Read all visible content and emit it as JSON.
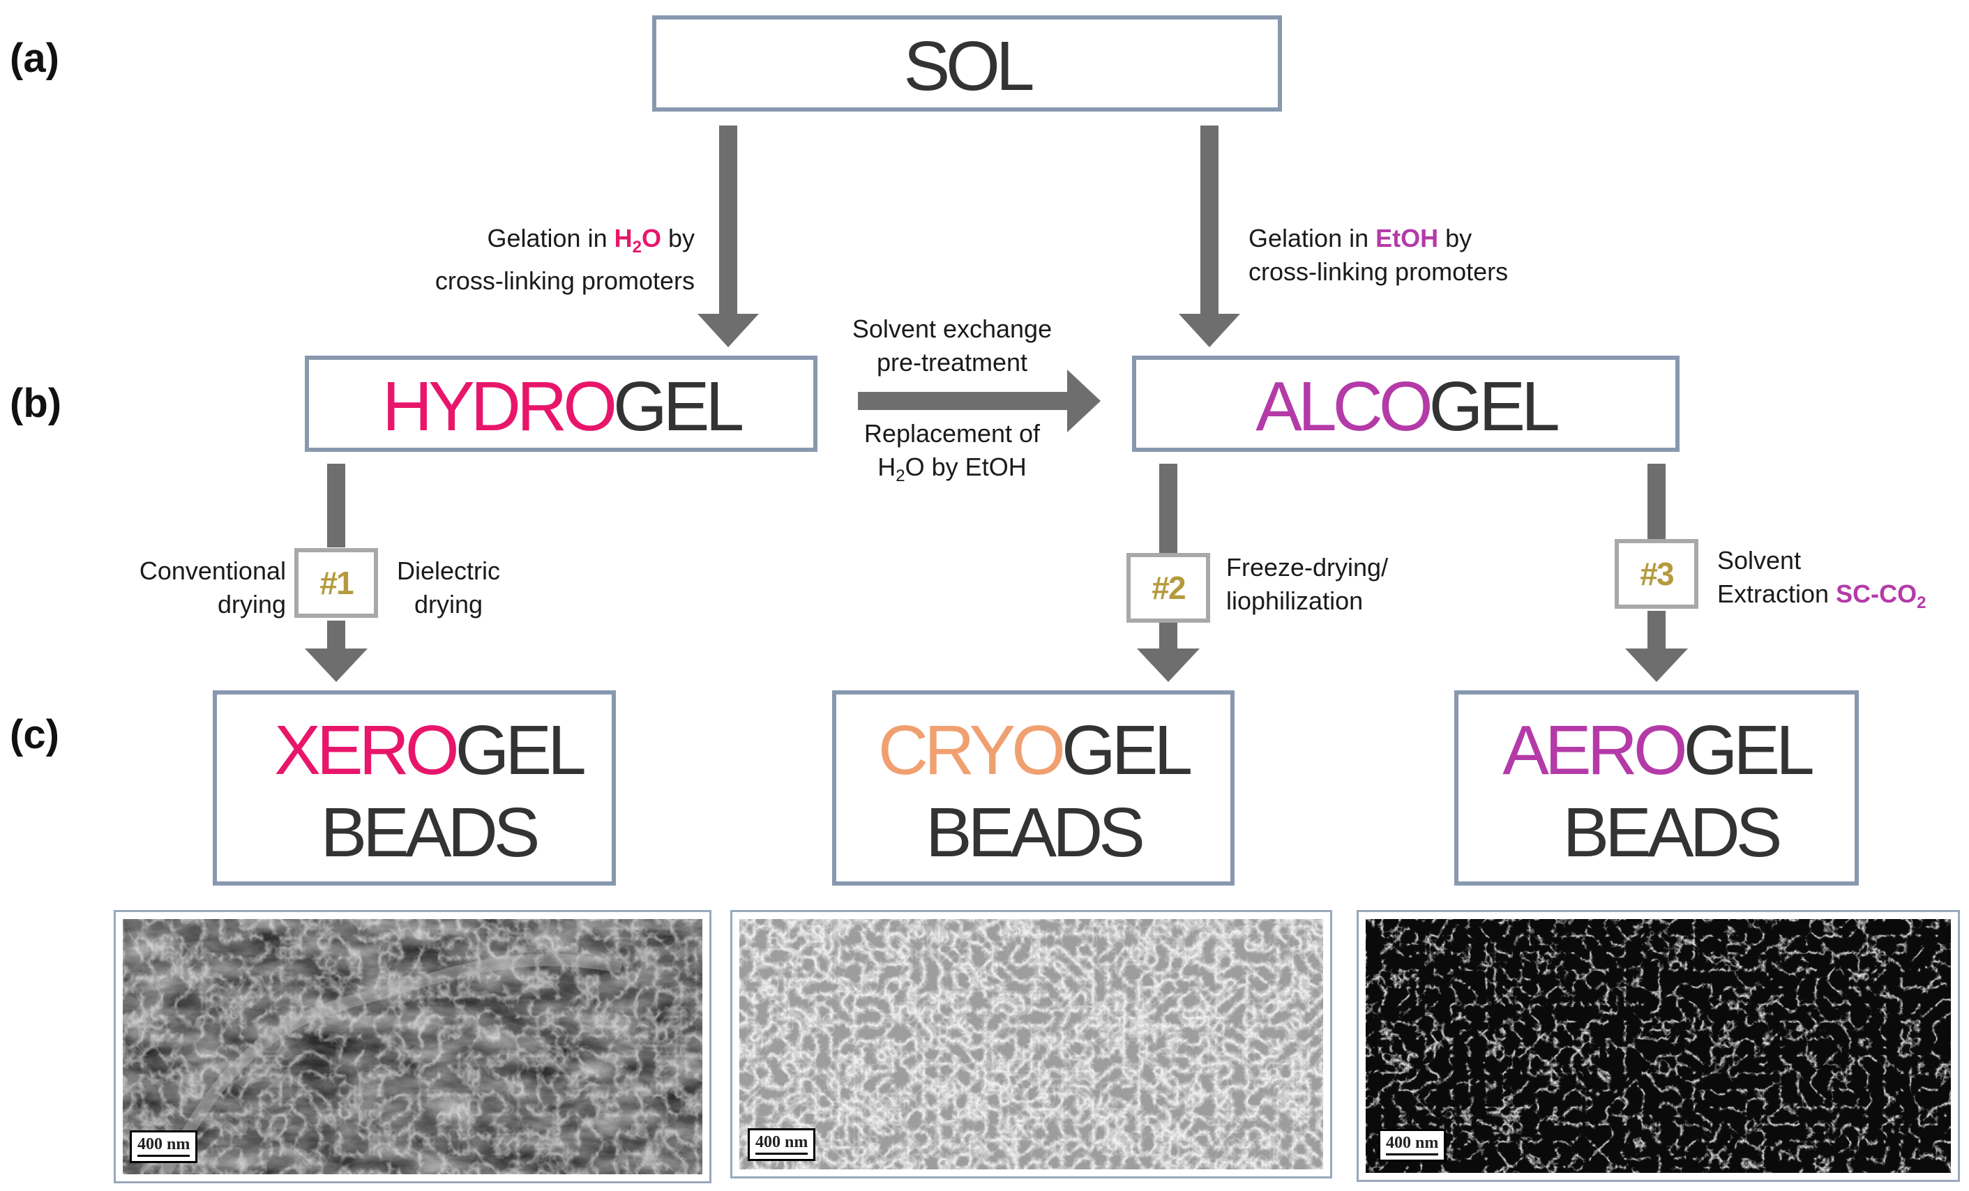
{
  "labels": {
    "a": "(a)",
    "b": "(b)",
    "c": "(c)"
  },
  "sol": {
    "text": "SOL"
  },
  "hydrogel": {
    "prefix": "HYDRO",
    "suffix": "GEL"
  },
  "alcogel": {
    "prefix": "ALCO",
    "suffix": "GEL"
  },
  "xerogel": {
    "prefix": "XERO",
    "suffix": "GEL",
    "line2": "BEADS"
  },
  "cryogel": {
    "prefix": "CRYO",
    "suffix": "GEL",
    "line2": "BEADS"
  },
  "aerogel": {
    "prefix": "AERO",
    "suffix": "GEL",
    "line2": "BEADS"
  },
  "gelation_h2o": {
    "pre": "Gelation in ",
    "chem": "H",
    "sub": "2",
    "chem2": "O",
    "post": " by",
    "line2": "cross-linking promoters"
  },
  "gelation_etoh": {
    "pre": "Gelation in ",
    "chem": "EtOH",
    "post": " by",
    "line2": "cross-linking promoters"
  },
  "exchange": {
    "line1": "Solvent exchange",
    "line2": "pre-treatment",
    "line3": "Replacement of",
    "l4_a": "H",
    "l4_sub": "2",
    "l4_b": "O by EtOH"
  },
  "drying1": {
    "left1": "Conventional",
    "left2": "drying",
    "badge": "#1",
    "right1": "Dielectric",
    "right2": "drying"
  },
  "drying2": {
    "badge": "#2",
    "right1": "Freeze-drying/",
    "right2": "liophilization"
  },
  "drying3": {
    "badge": "#3",
    "right1": "Solvent",
    "right2_pre": "Extraction ",
    "chem": "SC-CO",
    "sub": "2"
  },
  "scale_bar": "400 nm",
  "colors": {
    "pink": "#e8166a",
    "magenta": "#b43aa8",
    "orange": "#f0a070",
    "gray_text": "#333333",
    "box_border": "#8898b0",
    "arrow": "#6e6e6e",
    "badge_text": "#b49a3c"
  }
}
